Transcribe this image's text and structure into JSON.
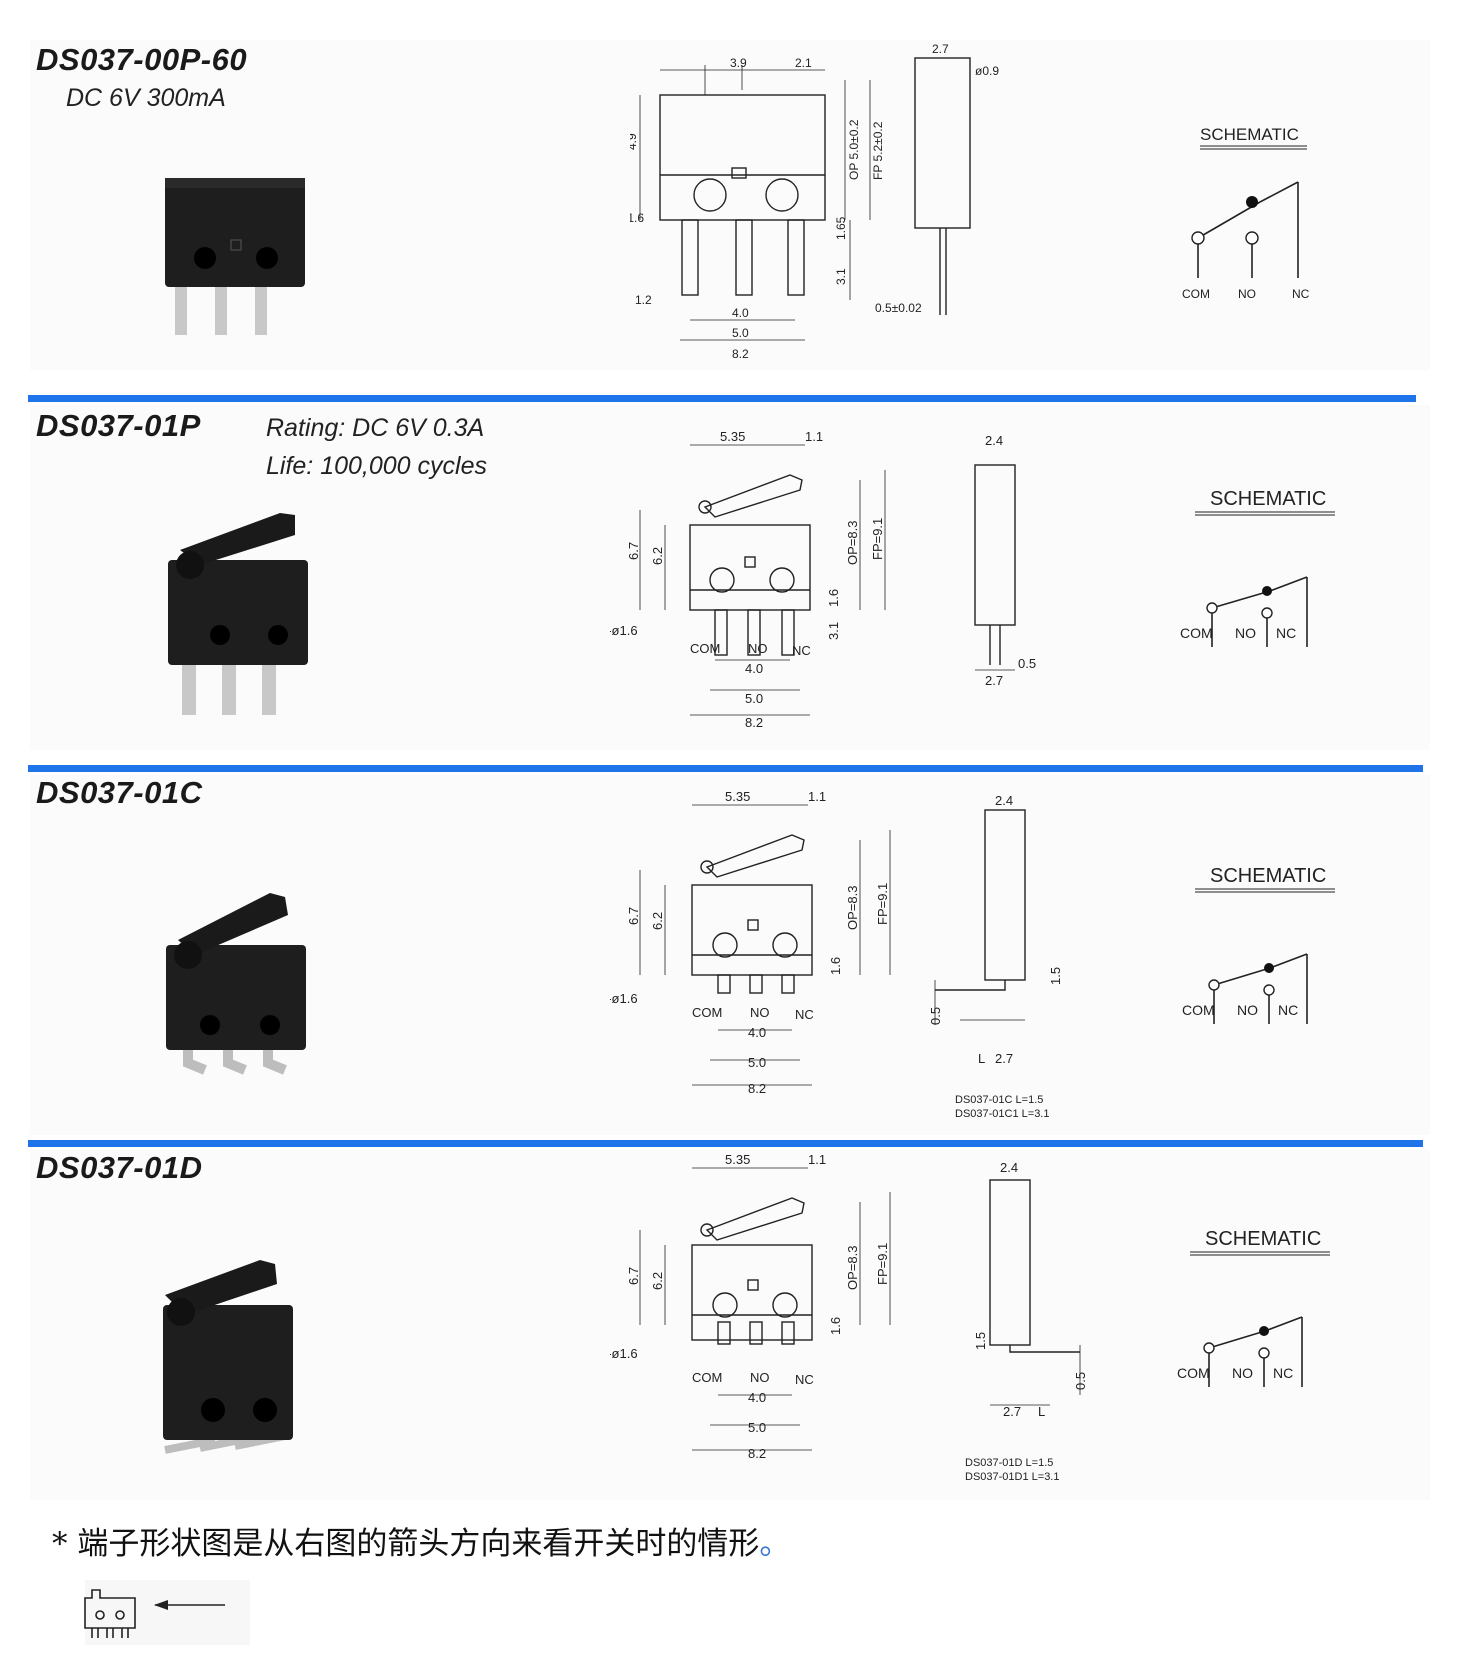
{
  "brand_color": "#1e74e8",
  "sections": [
    {
      "model": "DS037-00P-60",
      "spec_line1": "DC 6V 300mA",
      "spec_line2": "",
      "dims": {
        "w1": "3.9",
        "w2": "2.1",
        "side_top": "2.7",
        "pin_dia": "ø0.9",
        "h": "4.9",
        "op": "OP 5.0±0.2",
        "fp": "FP 5.2±0.2",
        "hole": "ø1.6",
        "h2": "1.65",
        "pin_len": "3.1",
        "pin_off": "1.2",
        "s1": "4.0",
        "s2": "5.0",
        "s3": "8.2",
        "thick": "0.5±0.02"
      },
      "schematic": {
        "title": "SCHEMATIC",
        "com": "COM",
        "no": "NO",
        "nc": "NC"
      }
    },
    {
      "model": "DS037-01P",
      "spec_line1": "Rating:  DC 6V 0.3A",
      "spec_line2": "Life: 100,000 cycles",
      "dims": {
        "w1": "5.35",
        "w2": "1.1",
        "side_top": "2.4",
        "h1": "6.7",
        "h2": "6.2",
        "op": "OP=8.3",
        "fp": "FP=9.1",
        "hole": "2-ø1.6",
        "h3": "1.6",
        "pin_len": "3.1",
        "com": "COM",
        "no": "NO",
        "nc": "NC",
        "s1": "4.0",
        "s2": "5.0",
        "s3": "8.2",
        "side_bot": "2.7",
        "thick": "0.5"
      },
      "schematic": {
        "title": "SCHEMATIC",
        "com": "COM",
        "no": "NO",
        "nc": "NC"
      }
    },
    {
      "model": "DS037-01C",
      "spec_line1": "",
      "spec_line2": "",
      "dims": {
        "w1": "5.35",
        "w2": "1.1",
        "side_top": "2.4",
        "h1": "6.7",
        "h2": "6.2",
        "op": "OP=8.3",
        "fp": "FP=9.1",
        "hole": "2-ø1.6",
        "h3": "1.6",
        "com": "COM",
        "no": "NO",
        "nc": "NC",
        "s1": "4.0",
        "s2": "5.0",
        "s3": "8.2",
        "side_bot": "2.7",
        "side_l": "L",
        "thick": "0.5",
        "bend": "1.5",
        "note1": "DS037-01C   L=1.5",
        "note2": "DS037-01C1  L=3.1"
      },
      "schematic": {
        "title": "SCHEMATIC",
        "com": "COM",
        "no": "NO",
        "nc": "NC"
      }
    },
    {
      "model": "DS037-01D",
      "spec_line1": "",
      "spec_line2": "",
      "dims": {
        "w1": "5.35",
        "w2": "1.1",
        "side_top": "2.4",
        "h1": "6.7",
        "h2": "6.2",
        "op": "OP=8.3",
        "fp": "FP=9.1",
        "hole": "2-ø1.6",
        "h3": "1.6",
        "com": "COM",
        "no": "NO",
        "nc": "NC",
        "s1": "4.0",
        "s2": "5.0",
        "s3": "8.2",
        "side_bot": "2.7",
        "side_l": "L",
        "thick": "0.5",
        "bend": "1.5",
        "note1": "DS037-01D   L=1.5",
        "note2": "DS037-01D1  L=3.1"
      },
      "schematic": {
        "title": "SCHEMATIC",
        "com": "COM",
        "no": "NO",
        "nc": "NC"
      }
    }
  ],
  "footnote": {
    "star": "*",
    "text": "端子形状图是从右图的箭头方向来看开关时的情形",
    "end": "。"
  }
}
